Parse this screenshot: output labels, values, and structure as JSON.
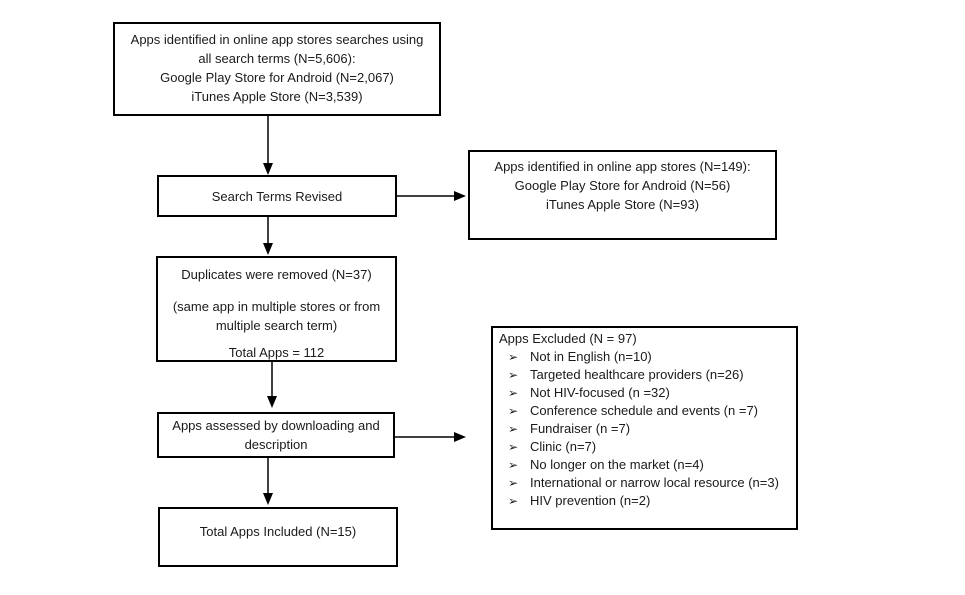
{
  "colors": {
    "background": "#ffffff",
    "border": "#000000",
    "text": "#1a1a1a"
  },
  "diagram": {
    "box_identified_initial": {
      "lines": [
        "Apps identified in online app stores searches using",
        "all search terms (N=5,606):",
        "Google Play Store for Android (N=2,067)",
        "iTunes Apple Store (N=3,539)"
      ]
    },
    "box_search_revised": {
      "label": "Search Terms Revised"
    },
    "box_identified_revised": {
      "lines": [
        "Apps identified in online app stores (N=149):",
        "Google Play Store for Android (N=56)",
        "iTunes Apple Store (N=93)"
      ]
    },
    "box_duplicates": {
      "line1": "Duplicates were removed (N=37)",
      "line2": "(same app in multiple stores or from multiple search term)",
      "line3": "Total Apps = 112"
    },
    "box_assessed": {
      "label": "Apps assessed by downloading and description"
    },
    "box_excluded": {
      "title": "Apps Excluded (N = 97)",
      "bullet_glyph": "➢",
      "items": [
        "Not in English (n=10)",
        "Targeted healthcare providers (n=26)",
        "Not HIV-focused (n =32)",
        "Conference schedule and events (n =7)",
        "Fundraiser (n =7)",
        "Clinic (n=7)",
        "No longer on the market (n=4)",
        "International or narrow local resource (n=3)",
        "HIV prevention (n=2)"
      ]
    },
    "box_included": {
      "label": "Total Apps Included (N=15)"
    }
  }
}
